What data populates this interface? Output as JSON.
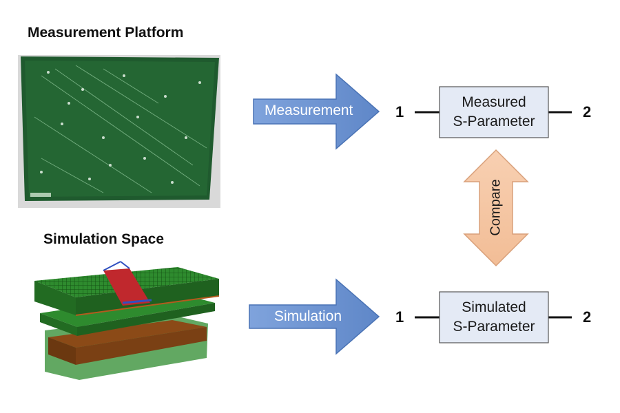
{
  "titles": {
    "measurement_platform": "Measurement Platform",
    "simulation_space": "Simulation Space"
  },
  "arrows": {
    "measurement": "Measurement",
    "simulation": "Simulation",
    "compare": "Compare"
  },
  "boxes": {
    "measured": {
      "line1": "Measured",
      "line2": "S-Parameter",
      "port_left": "1",
      "port_right": "2"
    },
    "simulated": {
      "line1": "Simulated",
      "line2": "S-Parameter",
      "port_left": "1",
      "port_right": "2"
    }
  },
  "colors": {
    "arrow_blue": "#6f97d4",
    "compare_peach": "#f6c7a4",
    "box_fill": "#e4eaf5",
    "pcb_green": "#1f5a2e",
    "sim_green": "#2e8b2e",
    "sim_red": "#c0282d",
    "sim_brown": "#8b4a17"
  }
}
